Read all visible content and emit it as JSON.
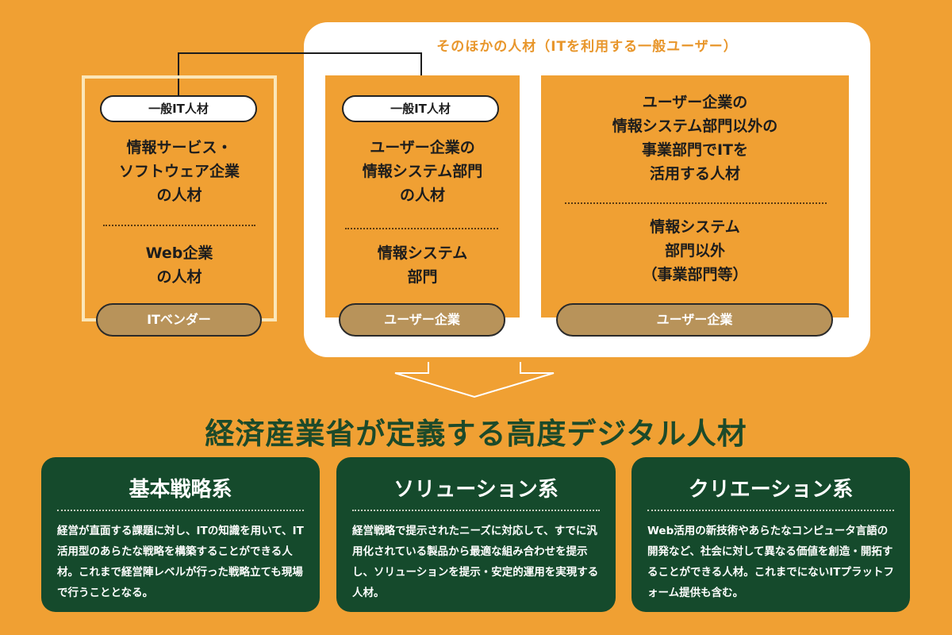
{
  "other_label": "そのほかの人材（ITを利用する一般ユーザー）",
  "columns": [
    {
      "tag": "一般IT人材",
      "top_text": "情報サービス・\nソフトウェア企業\nの人材",
      "bottom_text": "Web企業\nの人材",
      "footer": "ITベンダー"
    },
    {
      "tag": "一般IT人材",
      "top_text": "ユーザー企業の\n情報システム部門\nの人材",
      "bottom_text": "情報システム\n部門",
      "footer": "ユーザー企業"
    },
    {
      "top_text": "ユーザー企業の\n情報システム部門以外の\n事業部門でITを\n活用する人材",
      "bottom_text": "情報システム\n部門以外\n（事業部門等）",
      "footer": "ユーザー企業"
    }
  ],
  "main_title": "経済産業省が定義する高度デジタル人材",
  "cards": [
    {
      "title": "基本戦略系",
      "body": "経営が直面する課題に対し、ITの知識を用いて、IT活用型のあらたな戦略を構築することができる人材。これまで経営陣レベルが行った戦略立ても現場で行うこととなる。"
    },
    {
      "title": "ソリューション系",
      "body": "経営戦略で提示されたニーズに対応して、すでに汎用化されている製品から最適な組み合わせを提示し、ソリューションを提示・安定的運用を実現する人材。"
    },
    {
      "title": "クリエーション系",
      "body": "Web活用の新技術やあらたなコンピュータ言語の開発など、社会に対して異なる価値を創造・開拓することができる人材。これまでにないITプラットフォーム提供も含む。"
    }
  ],
  "colors": {
    "background": "#F0A033",
    "dark_green": "#154A2C",
    "tan": "#B8935A",
    "title_green": "#1C4A2A"
  }
}
